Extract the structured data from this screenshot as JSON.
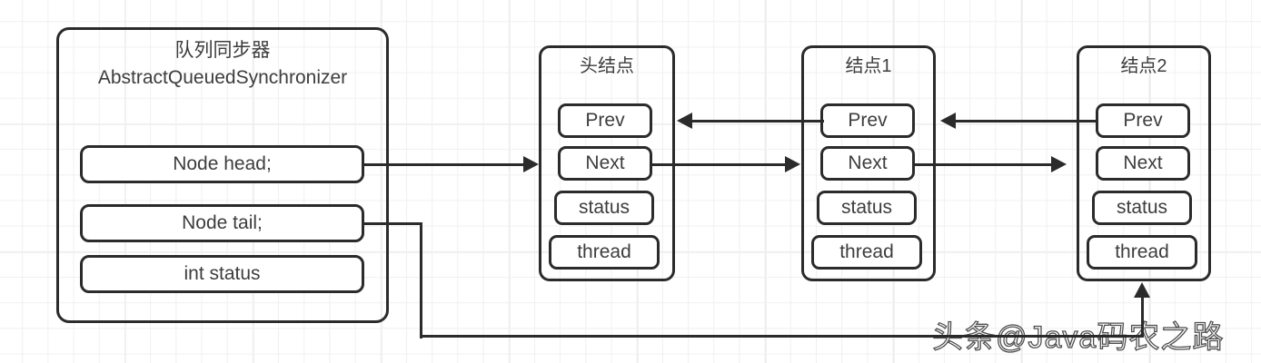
{
  "diagram": {
    "title_cn": "队列同步器",
    "title_en": "AbstractQueuedSynchronizer",
    "watermark": "头条@Java码农之路",
    "accent_color": "#2b2b2b",
    "grid_color": "#f0f0f0"
  },
  "aqs": {
    "fields": [
      {
        "label": "Node head;"
      },
      {
        "label": "Node tail;"
      },
      {
        "label": "int status"
      }
    ]
  },
  "nodes": [
    {
      "title": "头结点",
      "fields": [
        {
          "label": "Prev"
        },
        {
          "label": "Next"
        },
        {
          "label": "status"
        },
        {
          "label": "thread"
        }
      ]
    },
    {
      "title": "结点1",
      "fields": [
        {
          "label": "Prev"
        },
        {
          "label": "Next"
        },
        {
          "label": "status"
        },
        {
          "label": "thread"
        }
      ]
    },
    {
      "title": "结点2",
      "fields": [
        {
          "label": "Prev"
        },
        {
          "label": "Next"
        },
        {
          "label": "status"
        },
        {
          "label": "thread"
        }
      ]
    }
  ],
  "connectors": [
    {
      "name": "head-to-head-node",
      "from": "Node head;",
      "to": "头结点",
      "direction": "right"
    },
    {
      "name": "head-next-to-node1",
      "from": "头结点.Next",
      "to": "结点1",
      "direction": "right"
    },
    {
      "name": "node1-prev-to-head",
      "from": "结点1.Prev",
      "to": "头结点",
      "direction": "left"
    },
    {
      "name": "node1-next-to-node2",
      "from": "结点1.Next",
      "to": "结点2",
      "direction": "right"
    },
    {
      "name": "node2-prev-to-node1",
      "from": "结点2.Prev",
      "to": "结点1",
      "direction": "left"
    },
    {
      "name": "tail-to-node2",
      "from": "Node tail;",
      "to": "结点2",
      "direction": "up"
    }
  ]
}
